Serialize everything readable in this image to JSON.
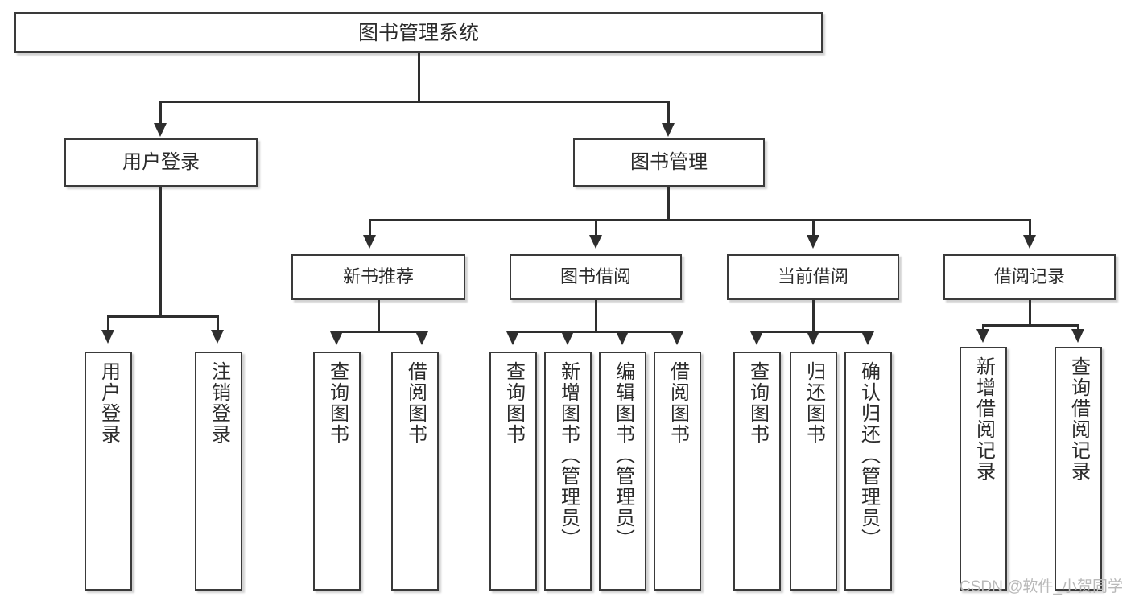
{
  "diagram": {
    "title_node": {
      "label": "图书管理系统"
    },
    "level2": [
      {
        "id": "user-login",
        "label": "用户登录"
      },
      {
        "id": "book-management",
        "label": "图书管理"
      }
    ],
    "level3": [
      {
        "id": "new-book-recommend",
        "label": "新书推荐"
      },
      {
        "id": "book-borrow",
        "label": "图书借阅"
      },
      {
        "id": "current-borrow",
        "label": "当前借阅"
      },
      {
        "id": "borrow-record",
        "label": "借阅记录"
      }
    ],
    "leaves": {
      "user_login": [
        {
          "id": "leaf-user-login",
          "label": "用户登录"
        },
        {
          "id": "leaf-logout-login",
          "label": "注销登录"
        }
      ],
      "new_book_recommend": [
        {
          "id": "leaf-query-book-1",
          "label": "查询图书"
        },
        {
          "id": "leaf-borrow-book-1",
          "label": "借阅图书"
        }
      ],
      "book_borrow": [
        {
          "id": "leaf-query-book-2",
          "label": "查询图书"
        },
        {
          "id": "leaf-add-book",
          "label": "新增图书（管理员）"
        },
        {
          "id": "leaf-edit-book",
          "label": "编辑图书（管理员）"
        },
        {
          "id": "leaf-borrow-book-2",
          "label": "借阅图书"
        }
      ],
      "current_borrow": [
        {
          "id": "leaf-query-book-3",
          "label": "查询图书"
        },
        {
          "id": "leaf-return-book",
          "label": "归还图书"
        },
        {
          "id": "leaf-confirm-return",
          "label": "确认归还（管理员）"
        }
      ],
      "borrow_record": [
        {
          "id": "leaf-add-record",
          "label": "新增借阅记录"
        },
        {
          "id": "leaf-query-record",
          "label": "查询借阅记录"
        }
      ]
    }
  },
  "watermark": {
    "text": "CSDN @软件_小贺同学"
  },
  "colors": {
    "border": "#3a3a3a",
    "line": "#2e2e2e",
    "text": "#2b2b2b",
    "background": "#ffffff",
    "watermark": "#b9b9b9"
  }
}
